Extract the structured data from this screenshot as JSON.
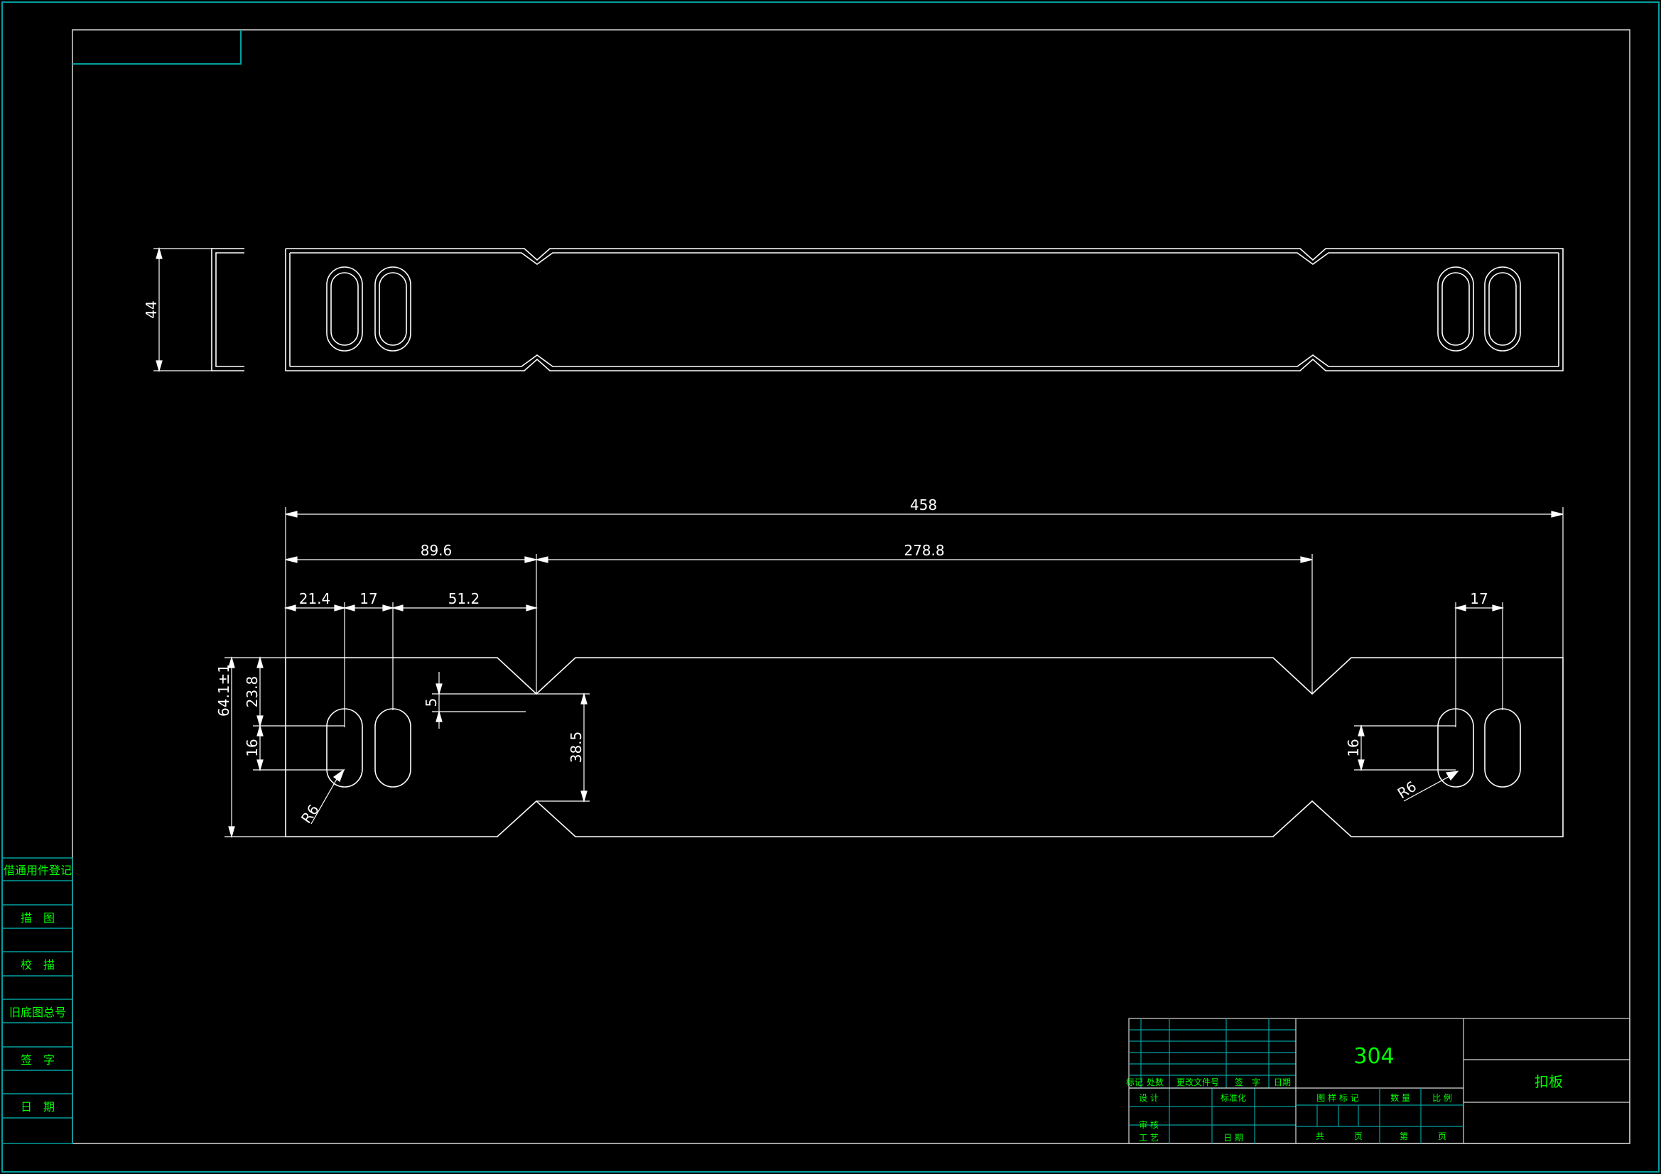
{
  "colors": {
    "background": "#000000",
    "frame": "#00a0a0",
    "geometry": "#ffffff",
    "text_primary": "#00ff00"
  },
  "dimensions": {
    "side_height": "44",
    "overall_length": "458",
    "left_notch": "89.6",
    "notch_spacing": "278.8",
    "slot_edge": "21.4",
    "slot_pitch_left": "17",
    "slot_to_notch": "51.2",
    "slot_pitch_right": "17",
    "overall_width": "64.1±1",
    "slot_from_top": "23.8",
    "notch_depth": "5",
    "neck_width": "38.5",
    "slot_length_left": "16",
    "slot_length_right": "16",
    "radius_left": "R6",
    "radius_right": "R6"
  },
  "side_panel": {
    "row1": "借通用件登记",
    "row2": "描　图",
    "row3": "校　描",
    "row4": "旧底图总号",
    "row5": "签　字",
    "row6": "日　期"
  },
  "title_block": {
    "material": "304",
    "part_name": "扣板",
    "h_mark": "标记",
    "h_count": "处数",
    "h_change_doc": "更改文件号",
    "h_sign": "签　字",
    "h_date": "日期",
    "design": "设 计",
    "standardize": "标准化",
    "review": "审 核",
    "process": "工 艺",
    "date": "日 期",
    "stage_mark": "图 样 标 记",
    "quantity": "数 量",
    "scale": "比 例",
    "total": "共",
    "sheet_word1": "页",
    "page_no": "第",
    "sheet_word2": "页"
  }
}
